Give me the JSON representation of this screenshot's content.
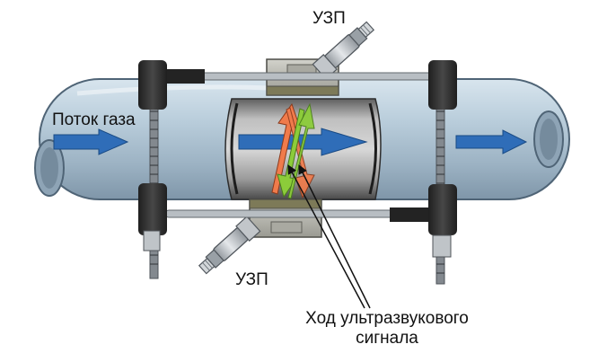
{
  "labels": {
    "transducer_top": "УЗП",
    "transducer_bottom": "УЗП",
    "gas_flow": "Поток газа",
    "signal_line1": "Ход ультразвукового",
    "signal_line2": "сигнала"
  },
  "colors": {
    "pipe": "#a9bfcf",
    "pipe_dark": "#7e95a8",
    "inner_pipe": "#c9c9c9",
    "inner_pipe_dark": "#4b4b4b",
    "flow_arrow": "#2d68b2",
    "signal_green": "#8ccc3a",
    "signal_orange": "#ef7a4a",
    "clamp": "#2d2d2d",
    "mount": "#8a8c6f",
    "transducer": "#bfc3c7"
  }
}
